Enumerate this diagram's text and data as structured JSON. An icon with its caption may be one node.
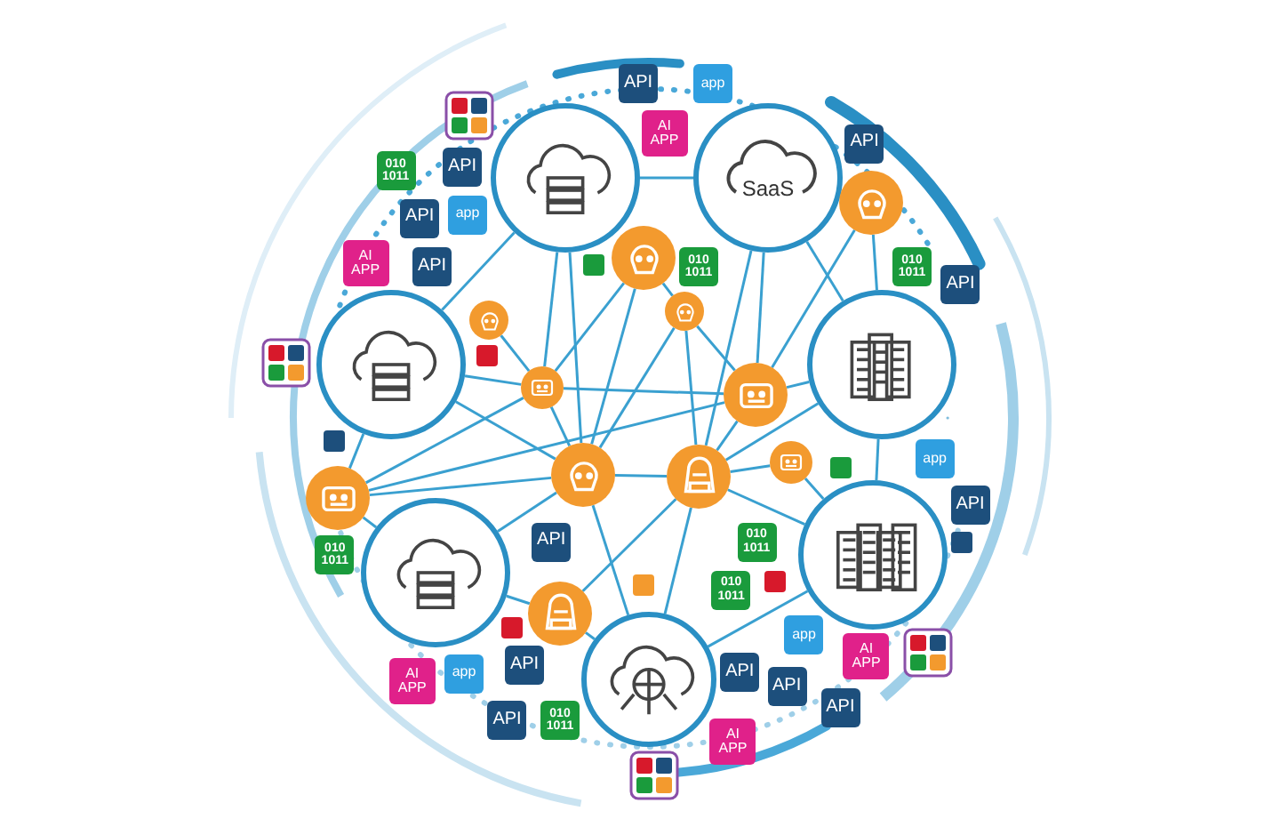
{
  "diagram": {
    "nodes": [
      {
        "text": [],
        "shape": "circle"
      },
      {
        "text": [
          "AI APP"
        ]
      },
      {
        "text": [
          "API"
        ]
      },
      {
        "text": [
          "SaaS"
        ]
      },
      {
        "text": [],
        "shape": "circle"
      },
      {
        "text": [
          "app"
        ]
      },
      {
        "text": [
          "API"
        ]
      },
      {
        "text": [
          "010 1011"
        ]
      },
      {
        "text": [],
        "shape": "circle"
      },
      {
        "text": [
          "app"
        ]
      },
      {
        "text": [
          "API"
        ]
      },
      {
        "text": [
          "010 1011"
        ]
      },
      {
        "text": [],
        "shape": "circle"
      },
      {
        "text": [
          "API"
        ]
      },
      {
        "text": [
          "AI APP"
        ]
      },
      {
        "text": [
          "API"
        ]
      },
      {
        "text": [
          "010 1011"
        ]
      },
      {
        "text": [],
        "shape": "circle"
      },
      {
        "text": [],
        "shape": "circle"
      },
      {
        "text": [],
        "shape": "circle"
      },
      {
        "text": [
          "API"
        ]
      },
      {
        "text": [
          "app"
        ]
      },
      {
        "text": [
          "010 1011"
        ]
      },
      {
        "text": [],
        "shape": "circle"
      },
      {
        "text": [],
        "shape": "circle"
      },
      {
        "text": [
          "API"
        ]
      },
      {
        "text": [],
        "shape": "circle"
      },
      {
        "text": [
          "010 1011"
        ]
      },
      {
        "text": [],
        "shape": "circle"
      },
      {
        "text": [],
        "shape": "circle"
      },
      {
        "text": [
          "API"
        ]
      },
      {
        "text": [
          "API"
        ]
      },
      {
        "text": [
          "app"
        ]
      },
      {
        "text": [],
        "shape": "circle"
      },
      {
        "text": [
          "010 1011"
        ]
      },
      {
        "text": [],
        "shape": "circle"
      },
      {
        "text": [],
        "shape": "circle"
      },
      {
        "text": [
          "app"
        ]
      },
      {
        "text": [
          "API"
        ]
      },
      {
        "text": [
          "AI APP"
        ]
      },
      {
        "text": [
          "010 1011"
        ]
      },
      {
        "text": [],
        "shape": "circle"
      },
      {
        "text": [
          "API"
        ]
      },
      {
        "text": [
          "AI APP"
        ]
      },
      {
        "text": [
          "AI APP"
        ]
      },
      {
        "text": [
          "API"
        ]
      },
      {
        "text": [
          "API"
        ]
      },
      {
        "text": [],
        "shape": "circle"
      }
    ],
    "edges": [
      {
        "from": 0,
        "to": 3,
        "arrow": "none"
      },
      {
        "from": 0,
        "to": 18,
        "arrow": "none"
      },
      {
        "from": 0,
        "to": 23,
        "arrow": "none"
      },
      {
        "from": 0,
        "to": 28,
        "arrow": "none"
      },
      {
        "from": 3,
        "to": 19,
        "arrow": "none"
      },
      {
        "from": 3,
        "to": 24,
        "arrow": "none"
      },
      {
        "from": 3,
        "to": 29,
        "arrow": "none"
      },
      {
        "from": 4,
        "to": 12,
        "arrow": "none"
      },
      {
        "from": 4,
        "to": 23,
        "arrow": "none"
      },
      {
        "from": 4,
        "to": 28,
        "arrow": "none"
      },
      {
        "from": 8,
        "to": 19,
        "arrow": "none"
      },
      {
        "from": 8,
        "to": 24,
        "arrow": "none"
      },
      {
        "from": 12,
        "to": 28,
        "arrow": "none"
      },
      {
        "from": 12,
        "to": 24,
        "arrow": "none"
      },
      {
        "from": 12,
        "to": 29,
        "arrow": "none"
      },
      {
        "from": 17,
        "to": 23,
        "arrow": "none"
      },
      {
        "from": 18,
        "to": 26,
        "arrow": "none"
      },
      {
        "from": 18,
        "to": 28,
        "arrow": "none"
      },
      {
        "from": 18,
        "to": 23,
        "arrow": "none"
      },
      {
        "from": 19,
        "to": 24,
        "arrow": "none"
      },
      {
        "from": 19,
        "to": 36,
        "arrow": "none"
      },
      {
        "from": 19,
        "to": 29,
        "arrow": "none"
      },
      {
        "from": 23,
        "to": 28,
        "arrow": "none"
      },
      {
        "from": 23,
        "to": 24,
        "arrow": "none"
      },
      {
        "from": 26,
        "to": 23,
        "arrow": "none"
      },
      {
        "from": 24,
        "to": 29,
        "arrow": "none"
      },
      {
        "from": 24,
        "to": 26,
        "arrow": "none"
      },
      {
        "from": 26,
        "to": 35,
        "arrow": "none"
      },
      {
        "from": 26,
        "to": 28,
        "arrow": "none"
      },
      {
        "from": 28,
        "to": 29,
        "arrow": "none"
      },
      {
        "from": 28,
        "to": 35,
        "arrow": "none"
      },
      {
        "from": 28,
        "to": 47,
        "arrow": "none"
      },
      {
        "from": 29,
        "to": 36,
        "arrow": "none"
      },
      {
        "from": 29,
        "to": 47,
        "arrow": "none"
      },
      {
        "from": 29,
        "to": 41,
        "arrow": "none"
      },
      {
        "from": 33,
        "to": 29,
        "arrow": "none"
      },
      {
        "from": 33,
        "to": 36,
        "arrow": "none"
      },
      {
        "from": 35,
        "to": 41,
        "arrow": "none"
      },
      {
        "from": 41,
        "to": 47,
        "arrow": "none"
      },
      {
        "from": 47,
        "to": 36,
        "arrow": "none"
      }
    ]
  }
}
